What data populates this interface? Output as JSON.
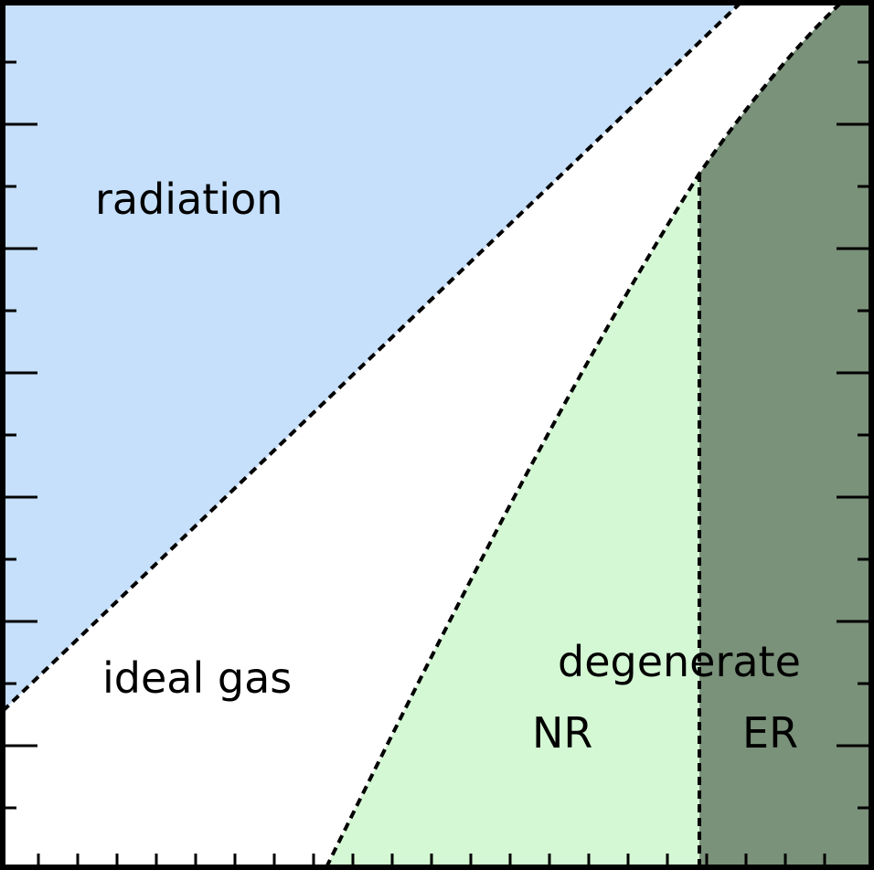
{
  "labels": {
    "radiation": "radiation",
    "ideal_gas": "ideal gas",
    "degenerate": "degenerate",
    "nr": "NR",
    "er": "ER"
  },
  "colors": {
    "radiation_fill": "#c6dffa",
    "nonrelativistic_fill": "#d4f8d4",
    "extreme_relativistic_fill": "#7a917a",
    "ideal_gas_fill": "#ffffff",
    "boundary_line": "#000000"
  },
  "boundary_style": "dashed"
}
